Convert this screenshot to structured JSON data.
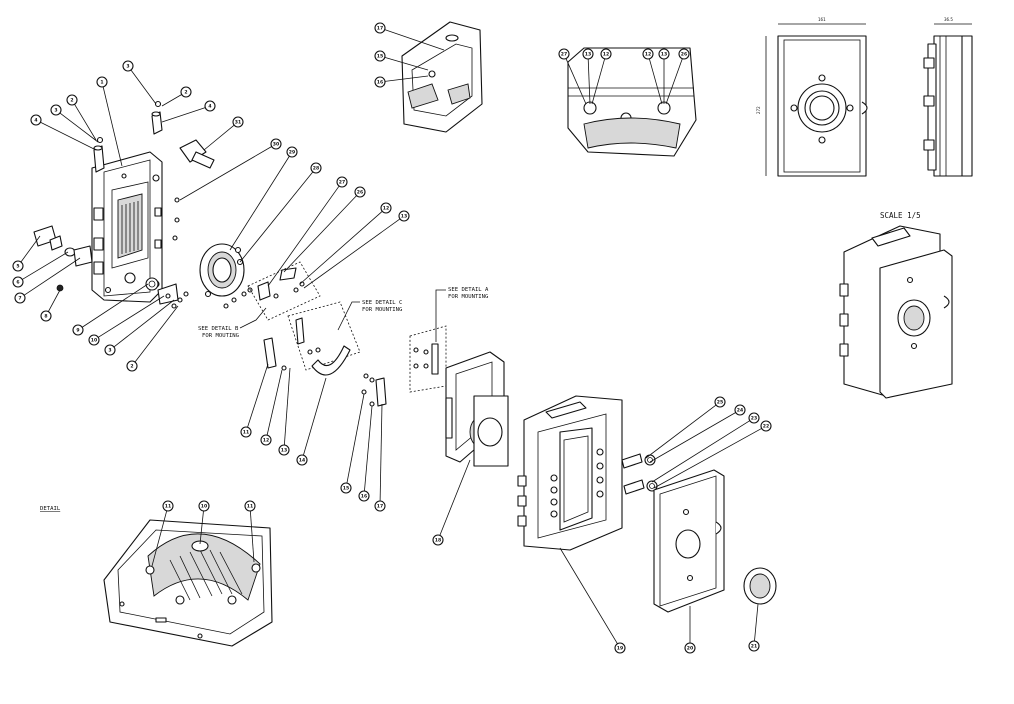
{
  "notes": {
    "detail_c": [
      "SEE DETAIL C",
      "FOR MOUNTING"
    ],
    "detail_b": [
      "SEE DETAIL B",
      "FOR MOUTING"
    ],
    "detail_a": [
      "SEE DETAIL A",
      "FOR MOUNTING"
    ],
    "scale": "SCALE 1/5",
    "detail_label": "DETAIL"
  },
  "dimensions": {
    "front_width": "161",
    "side_width": "36.5",
    "front_height": "272"
  },
  "callouts": [
    {
      "id": "c-1",
      "label": "1"
    },
    {
      "id": "c-2a",
      "label": "2"
    },
    {
      "id": "c-3a",
      "label": "3"
    },
    {
      "id": "c-4a",
      "label": "4"
    },
    {
      "id": "c-3b",
      "label": "3"
    },
    {
      "id": "c-2b",
      "label": "2"
    },
    {
      "id": "c-4b",
      "label": "4"
    },
    {
      "id": "c-31",
      "label": "31"
    },
    {
      "id": "c-5",
      "label": "5"
    },
    {
      "id": "c-6",
      "label": "6"
    },
    {
      "id": "c-7",
      "label": "7"
    },
    {
      "id": "c-8",
      "label": "8"
    },
    {
      "id": "c-9",
      "label": "9"
    },
    {
      "id": "c-10",
      "label": "10"
    },
    {
      "id": "c-3c",
      "label": "3"
    },
    {
      "id": "c-2c",
      "label": "2"
    },
    {
      "id": "c-30",
      "label": "30"
    },
    {
      "id": "c-29",
      "label": "29"
    },
    {
      "id": "c-28",
      "label": "28"
    },
    {
      "id": "c-27a",
      "label": "27"
    },
    {
      "id": "c-26",
      "label": "26"
    },
    {
      "id": "c-12a",
      "label": "12"
    },
    {
      "id": "c-13a",
      "label": "13"
    },
    {
      "id": "c-11a",
      "label": "11"
    },
    {
      "id": "c-12b",
      "label": "12"
    },
    {
      "id": "c-13b",
      "label": "13"
    },
    {
      "id": "c-14",
      "label": "14"
    },
    {
      "id": "c-15a",
      "label": "15"
    },
    {
      "id": "c-16a",
      "label": "16"
    },
    {
      "id": "c-17a",
      "label": "17"
    },
    {
      "id": "c-18",
      "label": "18"
    },
    {
      "id": "c-19",
      "label": "19"
    },
    {
      "id": "c-20",
      "label": "20"
    },
    {
      "id": "c-21",
      "label": "21"
    },
    {
      "id": "c-25",
      "label": "25"
    },
    {
      "id": "c-24",
      "label": "24"
    },
    {
      "id": "c-23",
      "label": "23"
    },
    {
      "id": "c-22",
      "label": "22"
    },
    {
      "id": "c-17b",
      "label": "17"
    },
    {
      "id": "c-15b",
      "label": "15"
    },
    {
      "id": "c-16b",
      "label": "16"
    },
    {
      "id": "c-27b",
      "label": "27"
    },
    {
      "id": "c-13c",
      "label": "13"
    },
    {
      "id": "c-12c",
      "label": "12"
    },
    {
      "id": "c-12d",
      "label": "12"
    },
    {
      "id": "c-13d",
      "label": "13"
    },
    {
      "id": "c-26b",
      "label": "26"
    },
    {
      "id": "c-11b",
      "label": "11"
    },
    {
      "id": "c-10b",
      "label": "10"
    },
    {
      "id": "c-11c",
      "label": "11"
    }
  ]
}
